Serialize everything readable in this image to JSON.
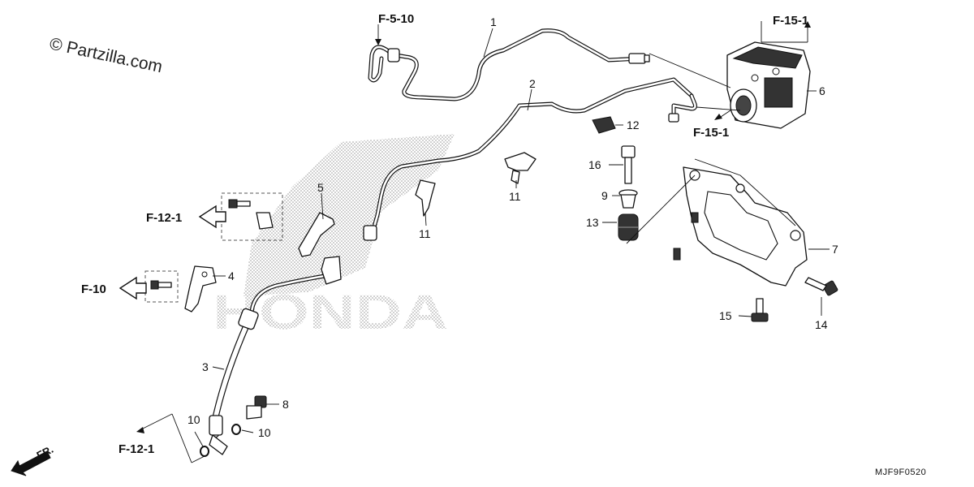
{
  "copyright": "© Partzilla.com",
  "diagram_code": "MJF9F0520",
  "watermark": "HONDA",
  "front_arrow_label": "FR.",
  "references": {
    "f_5_10": "F-5-10",
    "f_15_1_top": "F-15-1",
    "f_15_1_mid": "F-15-1",
    "f_12_1_left": "F-12-1",
    "f_10": "F-10",
    "f_12_1_bottom": "F-12-1"
  },
  "callouts": {
    "c1": "1",
    "c2": "2",
    "c3": "3",
    "c4": "4",
    "c5": "5",
    "c6": "6",
    "c7": "7",
    "c8": "8",
    "c9": "9",
    "c10a": "10",
    "c10b": "10",
    "c11a": "11",
    "c11b": "11",
    "c12": "12",
    "c13": "13",
    "c14": "14",
    "c15": "15",
    "c16": "16"
  }
}
